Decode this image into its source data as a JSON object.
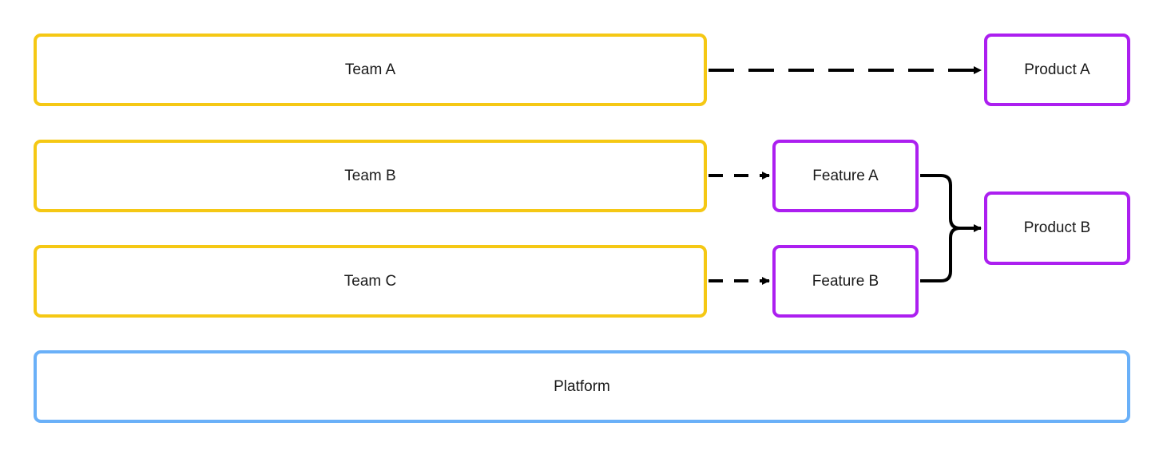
{
  "diagram": {
    "nodes": {
      "team_a": "Team A",
      "team_b": "Team B",
      "team_c": "Team C",
      "feature_a": "Feature A",
      "feature_b": "Feature B",
      "product_a": "Product A",
      "product_b": "Product B",
      "platform": "Platform"
    },
    "edges": [
      {
        "from": "Team A",
        "to": "Product A",
        "style": "dashed"
      },
      {
        "from": "Team B",
        "to": "Feature A",
        "style": "dashed"
      },
      {
        "from": "Team C",
        "to": "Feature B",
        "style": "dashed"
      },
      {
        "from": "Feature A",
        "to": "Product B",
        "style": "solid"
      },
      {
        "from": "Feature B",
        "to": "Product B",
        "style": "solid"
      }
    ],
    "colors": {
      "team_border": "#f5c814",
      "output_border": "#ac1ff0",
      "platform_border": "#6ab0f8",
      "edge": "#000000"
    }
  }
}
